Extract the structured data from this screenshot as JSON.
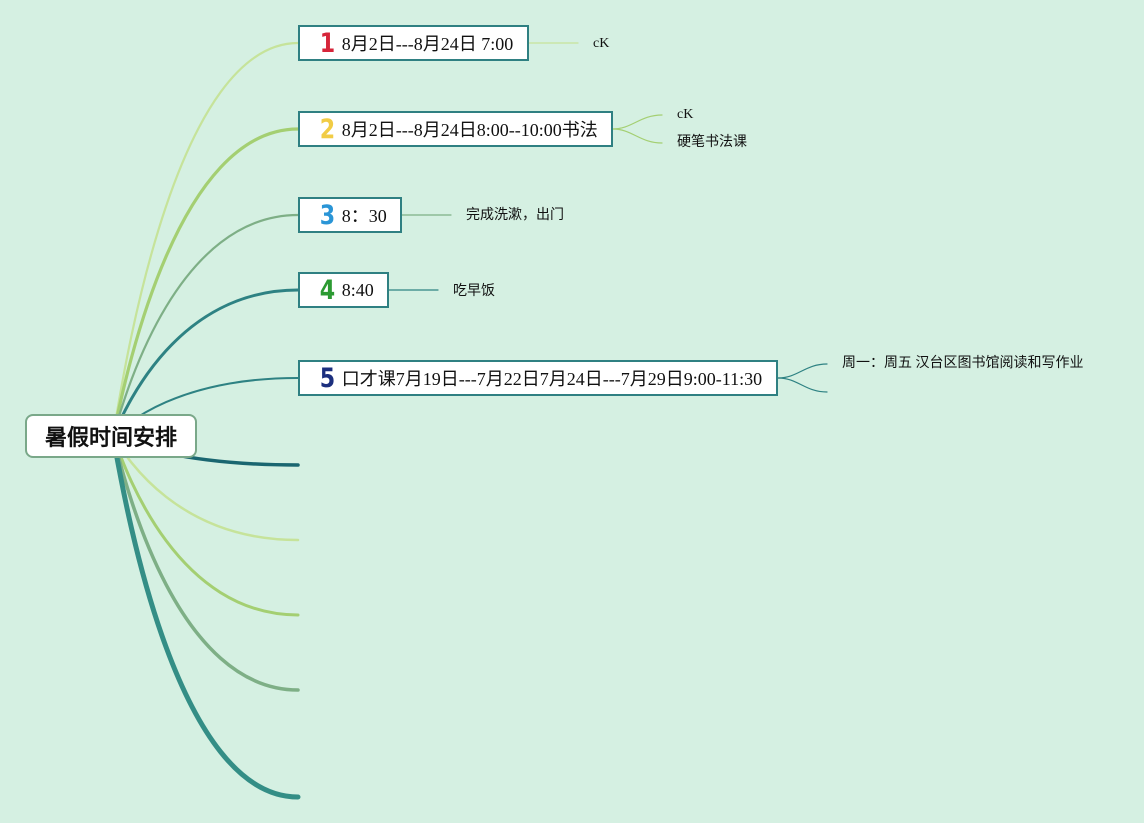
{
  "root": {
    "label": "暑假时间安排"
  },
  "branches": [
    {
      "marker": "1",
      "marker_color": "#d6253a",
      "label": "8月2日---8月24日 7:00",
      "children": [
        "cK"
      ]
    },
    {
      "marker": "2",
      "marker_color": "#f1cc45",
      "label": "8月2日---8月24日8:00--10:00书法",
      "children": [
        "cK",
        "硬笔书法课"
      ]
    },
    {
      "marker": "3",
      "marker_color": "#2a95d6",
      "label": "8：30",
      "children": [
        "完成洗漱，出门"
      ]
    },
    {
      "marker": "4",
      "marker_color": "#2c9a32",
      "label": "8:40",
      "children": [
        "吃早饭"
      ]
    },
    {
      "marker": "5",
      "marker_color": "#1c2f7e",
      "label": "口才课7月19日---7月22日7月24日---7月29日9:00-11:30",
      "children": [
        "周一：周五 汉台区图书馆阅读和写作业",
        ""
      ]
    }
  ],
  "colors": {
    "background": "#d5f0e2",
    "node_border": "#2f8082",
    "root_border": "#7aa889"
  }
}
